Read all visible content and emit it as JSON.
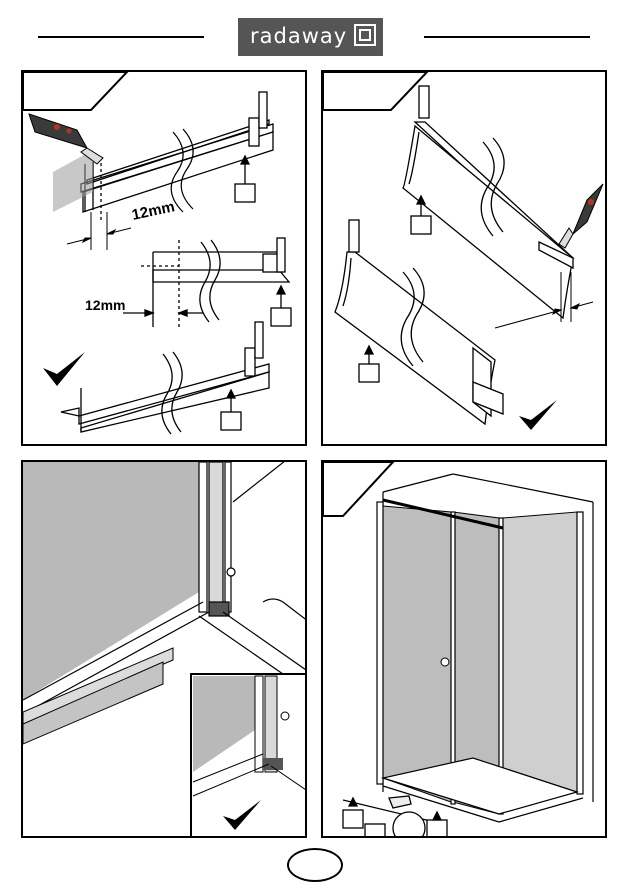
{
  "header": {
    "brand": "radaway"
  },
  "panel1": {
    "measure_top": "12mm",
    "measure_bottom": "12mm"
  },
  "colors": {
    "line": "#000000",
    "glass": "#b9b9b9",
    "logo_bg": "#555555",
    "tool_red": "#b5361f"
  },
  "icons": [
    "utility-knife-icon",
    "checkmark-icon",
    "arrow-up-icon"
  ]
}
